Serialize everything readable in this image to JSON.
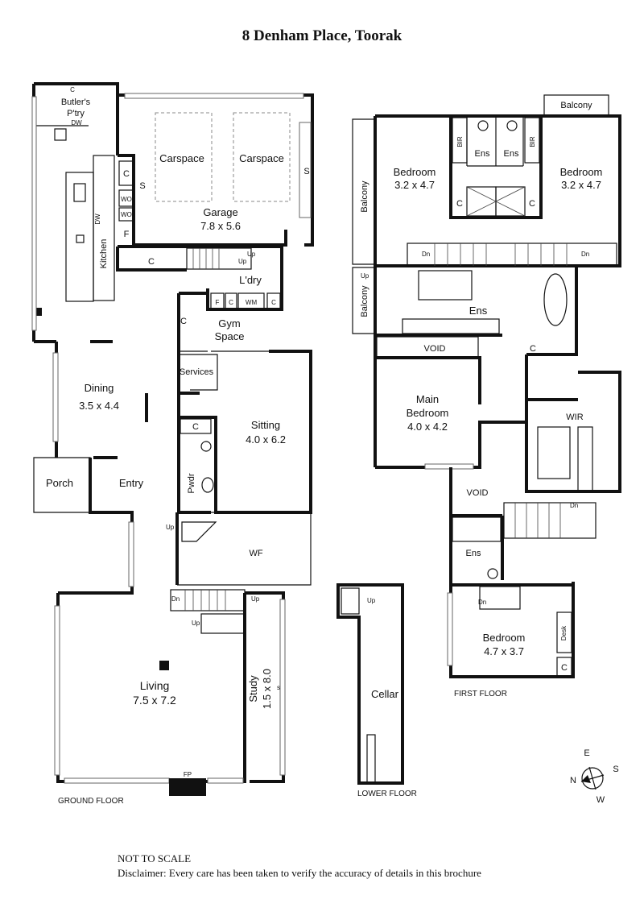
{
  "title": "8 Denham Place, Toorak",
  "ground_floor": {
    "label": "GROUND FLOOR",
    "rooms": {
      "butlers_pantry": [
        "Butler's",
        "P'try"
      ],
      "kitchen": "Kitchen",
      "dining": {
        "name": "Dining",
        "size": "3.5 x 4.4"
      },
      "porch": "Porch",
      "entry": "Entry",
      "carspace_1": "Carspace",
      "carspace_2": "Carspace",
      "garage": {
        "name": "Garage",
        "size": "7.8 x 5.6"
      },
      "laundry": "L'dry",
      "gym": [
        "Gym",
        "Space"
      ],
      "services": "Services",
      "sitting": {
        "name": "Sitting",
        "size": "4.0 x 6.2"
      },
      "powder": "Pwdr",
      "wf": "WF",
      "living": {
        "name": "Living",
        "size": "7.5 x 7.2"
      },
      "study": {
        "name": "Study",
        "size": "1.5 x 8.0"
      }
    },
    "fixtures": {
      "c": "C",
      "s": "S",
      "dw": "DW",
      "wo": "WO",
      "f": "F",
      "wm": "WM",
      "fp": "FP",
      "up": "Up",
      "dn": "Dn",
      "s_lower": "s"
    }
  },
  "lower_floor": {
    "label": "LOWER FLOOR",
    "cellar": "Cellar",
    "up": "Up"
  },
  "first_floor": {
    "label": "FIRST FLOOR",
    "balcony": "Balcony",
    "bedroom_1": {
      "name": "Bedroom",
      "size": "3.2 x 4.7"
    },
    "bedroom_2": {
      "name": "Bedroom",
      "size": "3.2 x 4.7"
    },
    "ens": "Ens",
    "bir": "BIR",
    "void": "VOID",
    "main_bedroom": {
      "name": [
        "Main",
        "Bedroom"
      ],
      "size": "4.0 x 4.2"
    },
    "wir": "WIR",
    "bedroom_3": {
      "name": "Bedroom",
      "size": "4.7 x 3.7"
    },
    "desk": "Desk",
    "c": "C",
    "dn": "Dn",
    "up": "Up"
  },
  "compass": {
    "n": "N",
    "e": "E",
    "s": "S",
    "w": "W"
  },
  "footer": {
    "scale": "NOT TO SCALE",
    "disclaimer": "Disclaimer: Every care has been taken to verify the accuracy of details in this brochure"
  }
}
